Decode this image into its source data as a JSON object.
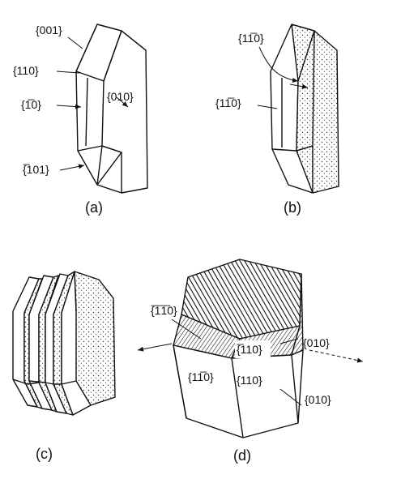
{
  "figure": {
    "panels": [
      {
        "caption": "(a)",
        "labels": [
          "{001}",
          "{110}",
          "{1̅0}",
          "{010}",
          "{̅101}"
        ]
      },
      {
        "caption": "(b)",
        "labels": [
          "{11̅0}",
          "{11̅0}"
        ]
      },
      {
        "caption": "(c)",
        "labels": []
      },
      {
        "caption": "(d)",
        "labels": [
          "{̅1̅1̅0}",
          "{̅110}",
          "{010}",
          "{11̅0}",
          "{110}",
          "{010}"
        ]
      }
    ]
  }
}
